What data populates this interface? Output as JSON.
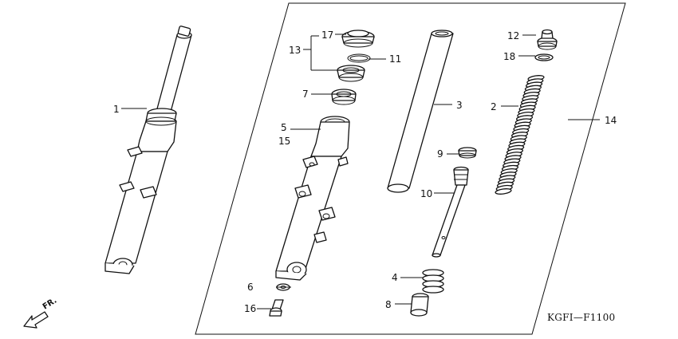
{
  "diagram": {
    "code": "KGFI—F1100",
    "direction_label": "FR.",
    "callouts": {
      "c1": "1",
      "c2": "2",
      "c3": "3",
      "c4": "4",
      "c5": "5",
      "c6": "6",
      "c7": "7",
      "c8": "8",
      "c9": "9",
      "c10": "10",
      "c11": "11",
      "c12": "12",
      "c13": "13",
      "c14": "14",
      "c15": "15",
      "c16": "16",
      "c17": "17",
      "c18": "18"
    }
  }
}
